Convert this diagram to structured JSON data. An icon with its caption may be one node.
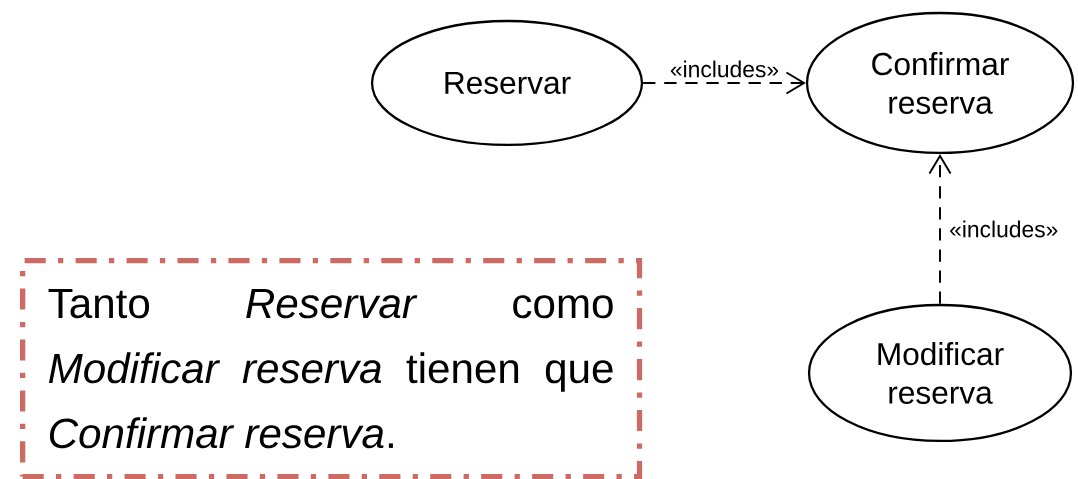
{
  "diagram": {
    "nodes": [
      {
        "text": [
          "Reservar"
        ]
      },
      {
        "text": [
          "Confirmar reserva"
        ]
      },
      {
        "text": [
          "Modificar reserva"
        ]
      },
      {
        "text": [
          "Tanto *Reservar* como *Modificar reserva* tienen que *Confirmar reserva*."
        ]
      }
    ],
    "edges": [
      {
        "from": 0,
        "to": 1,
        "arrow": "to",
        "label": "«includes»",
        "style": "dashed"
      },
      {
        "from": 2,
        "to": 1,
        "arrow": "to",
        "label": "«includes»",
        "style": "dashed"
      }
    ]
  }
}
